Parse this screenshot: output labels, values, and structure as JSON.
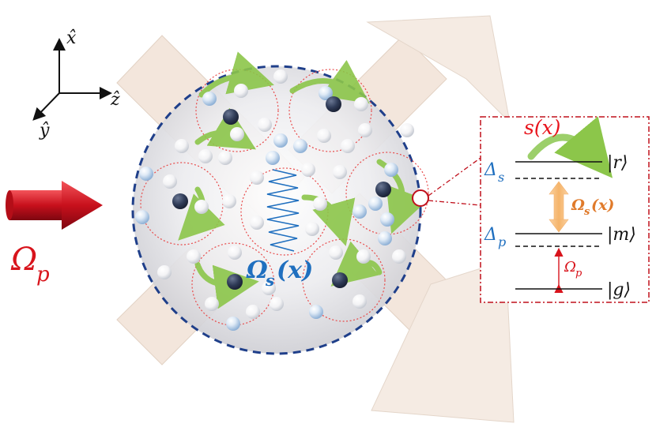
{
  "axes": {
    "x_label": "x̂",
    "y_label": "ŷ",
    "z_label": "ẑ"
  },
  "probe": {
    "label": "Ω",
    "subscript": "p",
    "color": "#d8141c"
  },
  "cloud": {
    "coupling_label": "Ω",
    "coupling_subscript": "s",
    "coupling_arg": "(x)",
    "label_color": "#1f6fbf"
  },
  "level_scheme": {
    "interaction_label": "s(x)",
    "interaction_color": "#e8141c",
    "state_r": "|r⟩",
    "state_m": "|m⟩",
    "state_g": "|g⟩",
    "delta_s": "Δ",
    "delta_s_sub": "s",
    "delta_p": "Δ",
    "delta_p_sub": "p",
    "coupling_label": "Ω",
    "coupling_sub": "s",
    "coupling_arg": "(x)",
    "coupling_color": "#e07a2a",
    "probe_label": "Ω",
    "probe_sub": "p",
    "probe_color": "#d8141c",
    "delta_color": "#1f6fbf"
  },
  "colors": {
    "beam_fill": "#f3e6dc",
    "cloud_border": "#1f3f8a",
    "atom_light": "#c8dcf0",
    "atom_dark": "#2d3a55",
    "green_arrow": "#8cc64a",
    "frame_red": "#c0101c"
  }
}
